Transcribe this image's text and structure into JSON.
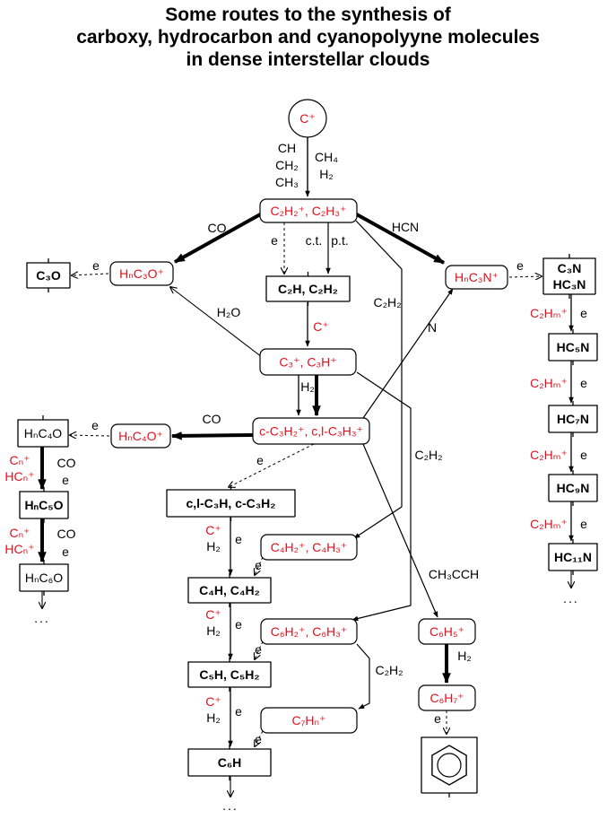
{
  "title": {
    "line1": "Some routes to the synthesis of",
    "line2": "carboxy, hydrocarbon and cyanopolyyne molecules",
    "line3": "in dense interstellar clouds"
  },
  "colors": {
    "ion": "#e0101e",
    "neutral": "#000000",
    "line": "#000000"
  },
  "nodes": [
    {
      "id": "cplus",
      "label": "C⁺",
      "kind": "ion",
      "shape": "circle"
    },
    {
      "id": "c2h2",
      "label": "C₂H₂⁺, C₂H₃⁺",
      "kind": "ion",
      "shape": "round"
    },
    {
      "id": "hnc3o",
      "label": "HₙC₃O⁺",
      "kind": "ion",
      "shape": "round"
    },
    {
      "id": "c3o",
      "label": "C₃O",
      "kind": "neutral",
      "shape": "bracket",
      "bold": true
    },
    {
      "id": "c2h",
      "label": "C₂H, C₂H₂",
      "kind": "neutral",
      "shape": "bracket",
      "bold": true
    },
    {
      "id": "hnc3n",
      "label": "HₙC₃N⁺",
      "kind": "ion",
      "shape": "round"
    },
    {
      "id": "c3n",
      "label": "C₃N",
      "kind": "neutral",
      "shape": "bracket",
      "bold": true
    },
    {
      "id": "hc3n",
      "label": "HC₃N",
      "kind": "neutral",
      "shape": "bracket",
      "bold": true
    },
    {
      "id": "c3h",
      "label": "C₃⁺, C₃H⁺",
      "kind": "ion",
      "shape": "round"
    },
    {
      "id": "c3h2",
      "label": "c-C₃H₂⁺, c,l-C₃H₃⁺",
      "kind": "ion",
      "shape": "round"
    },
    {
      "id": "hnc4o",
      "label": "HₙC₄O⁺",
      "kind": "ion",
      "shape": "round"
    },
    {
      "id": "hnc4o_n",
      "label": "HₙC₄O",
      "kind": "neutral",
      "shape": "bracket"
    },
    {
      "id": "hnc5o",
      "label": "HₙC₅O",
      "kind": "neutral",
      "shape": "bracket",
      "bold": true
    },
    {
      "id": "hnc6o",
      "label": "HₙC₆O",
      "kind": "neutral",
      "shape": "bracket"
    },
    {
      "id": "c3hn",
      "label": "c,l-C₃H, c-C₃H₂",
      "kind": "neutral",
      "shape": "bracket",
      "bold": true
    },
    {
      "id": "c4h2",
      "label": "C₄H₂⁺, C₄H₃⁺",
      "kind": "ion",
      "shape": "round"
    },
    {
      "id": "c4h",
      "label": "C₄H, C₄H₂",
      "kind": "neutral",
      "shape": "bracket",
      "bold": true
    },
    {
      "id": "c6h2",
      "label": "C₆H₂⁺, C₆H₃⁺",
      "kind": "ion",
      "shape": "round"
    },
    {
      "id": "c5h",
      "label": "C₅H, C₅H₂",
      "kind": "neutral",
      "shape": "bracket",
      "bold": true
    },
    {
      "id": "c7hn",
      "label": "C₇Hₙ⁺",
      "kind": "ion",
      "shape": "round"
    },
    {
      "id": "c6h",
      "label": "C₆H",
      "kind": "neutral",
      "shape": "bracket",
      "bold": true
    },
    {
      "id": "c6h5",
      "label": "C₆H₅⁺",
      "kind": "ion",
      "shape": "round"
    },
    {
      "id": "c6h7",
      "label": "C₆H₇⁺",
      "kind": "ion",
      "shape": "round"
    },
    {
      "id": "hc5n",
      "label": "HC₅N",
      "kind": "neutral",
      "shape": "bracket",
      "bold": true
    },
    {
      "id": "hc7n",
      "label": "HC₇N",
      "kind": "neutral",
      "shape": "bracket",
      "bold": true
    },
    {
      "id": "hc9n",
      "label": "HC₉N",
      "kind": "neutral",
      "shape": "bracket",
      "bold": true
    },
    {
      "id": "hc11n",
      "label": "HC₁₁N",
      "kind": "neutral",
      "shape": "bracket",
      "bold": true
    },
    {
      "id": "benzene",
      "label": "",
      "kind": "neutral",
      "shape": "benzene"
    }
  ],
  "edge_labels": [
    {
      "id": "l_ch",
      "text": "CH",
      "kind": "neutral"
    },
    {
      "id": "l_ch2",
      "text": "CH₂",
      "kind": "neutral"
    },
    {
      "id": "l_ch3",
      "text": "CH₃",
      "kind": "neutral"
    },
    {
      "id": "l_ch4",
      "text": "CH₄",
      "kind": "neutral"
    },
    {
      "id": "l_h2_top",
      "text": "H₂",
      "kind": "neutral"
    },
    {
      "id": "l_co1",
      "text": "CO",
      "kind": "neutral"
    },
    {
      "id": "l_hcn",
      "text": "HCN",
      "kind": "neutral"
    },
    {
      "id": "l_e1",
      "text": "e",
      "kind": "neutral"
    },
    {
      "id": "l_ct",
      "text": "c.t.",
      "kind": "neutral"
    },
    {
      "id": "l_pt",
      "text": "p.t.",
      "kind": "neutral"
    },
    {
      "id": "l_e_c3o",
      "text": "e",
      "kind": "neutral"
    },
    {
      "id": "l_e_c3n",
      "text": "e",
      "kind": "neutral"
    },
    {
      "id": "l_c2h2_a",
      "text": "C₂H₂",
      "kind": "neutral"
    },
    {
      "id": "l_h2o",
      "text": "H₂O",
      "kind": "neutral"
    },
    {
      "id": "l_cplus_mid",
      "text": "C⁺",
      "kind": "ion"
    },
    {
      "id": "l_n",
      "text": "N",
      "kind": "neutral"
    },
    {
      "id": "l_h2_mid",
      "text": "H₂",
      "kind": "neutral"
    },
    {
      "id": "l_co2",
      "text": "CO",
      "kind": "neutral"
    },
    {
      "id": "l_e_c4o",
      "text": "e",
      "kind": "neutral"
    },
    {
      "id": "l_e_c3hn",
      "text": "e",
      "kind": "neutral"
    },
    {
      "id": "l_c2h2_b",
      "text": "C₂H₂",
      "kind": "neutral"
    },
    {
      "id": "l_cn1",
      "text": "Cₙ⁺",
      "kind": "ion"
    },
    {
      "id": "l_hcn1",
      "text": "HCₙ⁺",
      "kind": "ion"
    },
    {
      "id": "l_co3",
      "text": "CO",
      "kind": "neutral"
    },
    {
      "id": "l_e_c5o",
      "text": "e",
      "kind": "neutral"
    },
    {
      "id": "l_cn2",
      "text": "Cₙ⁺",
      "kind": "ion"
    },
    {
      "id": "l_hcn2",
      "text": "HCₙ⁺",
      "kind": "ion"
    },
    {
      "id": "l_co4",
      "text": "CO",
      "kind": "neutral"
    },
    {
      "id": "l_e_c6o",
      "text": "e",
      "kind": "neutral"
    },
    {
      "id": "l_cplus_a",
      "text": "C⁺",
      "kind": "ion"
    },
    {
      "id": "l_h2_a",
      "text": "H₂",
      "kind": "neutral"
    },
    {
      "id": "l_e_a",
      "text": "e",
      "kind": "neutral"
    },
    {
      "id": "l_e_c4h",
      "text": "e",
      "kind": "neutral"
    },
    {
      "id": "l_cplus_b",
      "text": "C⁺",
      "kind": "ion"
    },
    {
      "id": "l_h2_b",
      "text": "H₂",
      "kind": "neutral"
    },
    {
      "id": "l_e_b",
      "text": "e",
      "kind": "neutral"
    },
    {
      "id": "l_e_c5h",
      "text": "e",
      "kind": "neutral"
    },
    {
      "id": "l_cplus_c",
      "text": "C⁺",
      "kind": "ion"
    },
    {
      "id": "l_h2_c",
      "text": "H₂",
      "kind": "neutral"
    },
    {
      "id": "l_e_c",
      "text": "e",
      "kind": "neutral"
    },
    {
      "id": "l_e_c6h",
      "text": "e",
      "kind": "neutral"
    },
    {
      "id": "l_c2h2_c",
      "text": "C₂H₂",
      "kind": "neutral"
    },
    {
      "id": "l_ch3cch",
      "text": "CH₃CCH",
      "kind": "neutral"
    },
    {
      "id": "l_h2_c6",
      "text": "H₂",
      "kind": "neutral"
    },
    {
      "id": "l_e_benz",
      "text": "e",
      "kind": "neutral"
    },
    {
      "id": "l_c2hm1",
      "text": "C₂Hₘ⁺",
      "kind": "ion"
    },
    {
      "id": "l_e_r1",
      "text": "e",
      "kind": "neutral"
    },
    {
      "id": "l_c2hm2",
      "text": "C₂Hₘ⁺",
      "kind": "ion"
    },
    {
      "id": "l_e_r2",
      "text": "e",
      "kind": "neutral"
    },
    {
      "id": "l_c2hm3",
      "text": "C₂Hₘ⁺",
      "kind": "ion"
    },
    {
      "id": "l_e_r3",
      "text": "e",
      "kind": "neutral"
    },
    {
      "id": "l_c2hm4",
      "text": "C₂Hₘ⁺",
      "kind": "ion"
    },
    {
      "id": "l_e_r4",
      "text": "e",
      "kind": "neutral"
    }
  ],
  "ellipses": [
    {
      "id": "dots_left",
      "text": "..."
    },
    {
      "id": "dots_c6h",
      "text": "..."
    },
    {
      "id": "dots_right",
      "text": "..."
    }
  ]
}
